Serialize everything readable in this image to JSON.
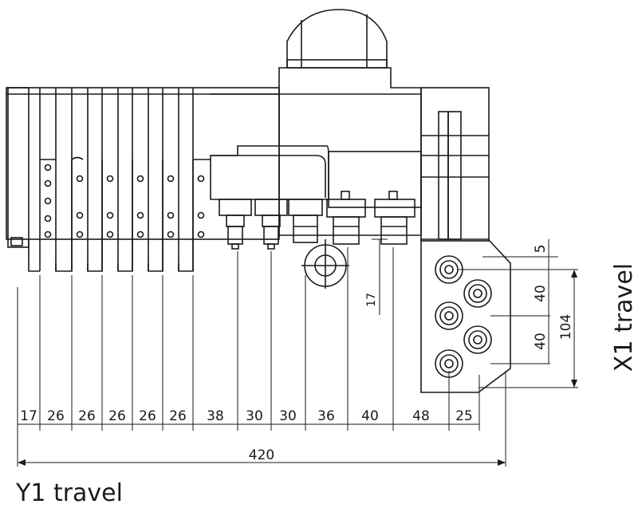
{
  "labels": {
    "y1_travel": "Y1 travel",
    "x1_travel": "X1 travel",
    "total_width": "420",
    "height_104": "104",
    "offset_5": "5",
    "offset_17": "17",
    "spacing_40_top": "40",
    "spacing_40_bottom": "40"
  },
  "pitch_dimensions": [
    "17",
    "26",
    "26",
    "26",
    "26",
    "26",
    "38",
    "30",
    "30",
    "36",
    "40",
    "48",
    "25"
  ]
}
